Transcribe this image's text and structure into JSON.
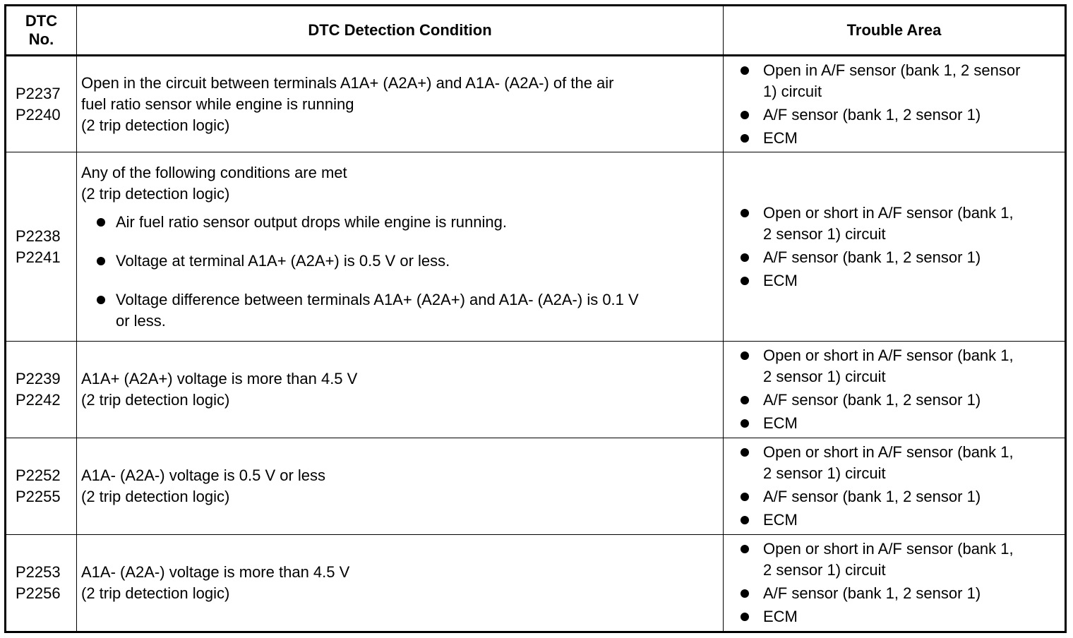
{
  "table": {
    "headers": {
      "dtc_no": [
        "DTC",
        "No."
      ],
      "condition": "DTC Detection Condition",
      "trouble_area": "Trouble Area"
    },
    "rows": [
      {
        "codes": [
          "P2237",
          "P2240"
        ],
        "condition_lines": [
          "Open in the circuit between terminals A1A+ (A2A+) and A1A- (A2A-) of the air",
          "fuel ratio sensor while engine is running",
          "(2 trip detection logic)"
        ],
        "condition_bullets": [],
        "trouble_area": [
          [
            "Open in A/F sensor (bank 1, 2 sensor",
            "1) circuit"
          ],
          [
            "A/F sensor (bank 1, 2 sensor 1)"
          ],
          [
            "ECM"
          ]
        ]
      },
      {
        "codes": [
          "P2238",
          "P2241"
        ],
        "condition_lines": [
          "Any of the following conditions are met",
          "(2 trip detection logic)"
        ],
        "condition_bullets": [
          [
            "Air fuel ratio sensor output drops while engine is running."
          ],
          [
            "Voltage at terminal A1A+ (A2A+) is 0.5 V or less."
          ],
          [
            "Voltage difference between terminals A1A+ (A2A+) and A1A- (A2A-) is 0.1 V",
            "or less."
          ]
        ],
        "trouble_area": [
          [
            "Open or short in A/F sensor (bank 1,",
            "2 sensor 1) circuit"
          ],
          [
            "A/F sensor (bank 1, 2 sensor 1)"
          ],
          [
            "ECM"
          ]
        ]
      },
      {
        "codes": [
          "P2239",
          "P2242"
        ],
        "condition_lines": [
          "A1A+ (A2A+) voltage is more than 4.5 V",
          "(2 trip detection logic)"
        ],
        "condition_bullets": [],
        "trouble_area": [
          [
            "Open or short in A/F sensor (bank 1,",
            "2 sensor 1) circuit"
          ],
          [
            "A/F sensor (bank 1, 2 sensor 1)"
          ],
          [
            "ECM"
          ]
        ]
      },
      {
        "codes": [
          "P2252",
          "P2255"
        ],
        "condition_lines": [
          "A1A- (A2A-) voltage is 0.5 V or less",
          "(2 trip detection logic)"
        ],
        "condition_bullets": [],
        "trouble_area": [
          [
            "Open or short in A/F sensor (bank 1,",
            "2 sensor 1) circuit"
          ],
          [
            "A/F sensor (bank 1, 2 sensor 1)"
          ],
          [
            "ECM"
          ]
        ]
      },
      {
        "codes": [
          "P2253",
          "P2256"
        ],
        "condition_lines": [
          "A1A- (A2A-) voltage is more than 4.5 V",
          "(2 trip detection logic)"
        ],
        "condition_bullets": [],
        "trouble_area": [
          [
            "Open or short in A/F sensor (bank 1,",
            "2 sensor 1) circuit"
          ],
          [
            "A/F sensor (bank 1, 2 sensor 1)"
          ],
          [
            "ECM"
          ]
        ]
      }
    ]
  }
}
